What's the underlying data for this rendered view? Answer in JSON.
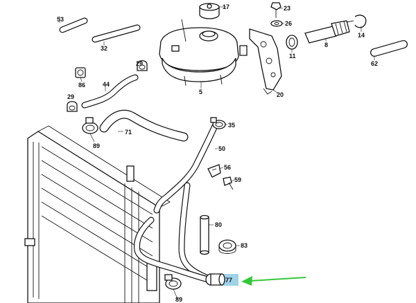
{
  "diagram": {
    "labels": {
      "p53": "53",
      "p32": "32",
      "p17": "17",
      "p23": "23",
      "p26": "26",
      "p14": "14",
      "p11": "11",
      "p8": "8",
      "p62": "62",
      "p29a": "29",
      "p86": "86",
      "p44": "44",
      "p5": "5",
      "p20": "20",
      "p29b": "29",
      "p71": "71",
      "p35": "35",
      "p89a": "89",
      "p50": "50",
      "p56": "56",
      "p59": "59",
      "p80": "80",
      "p83": "83",
      "p77": "77",
      "p89b": "89"
    },
    "highlight": {
      "part": "77",
      "color": "#9fd3ea",
      "arrow_color": "#34c83a"
    }
  }
}
